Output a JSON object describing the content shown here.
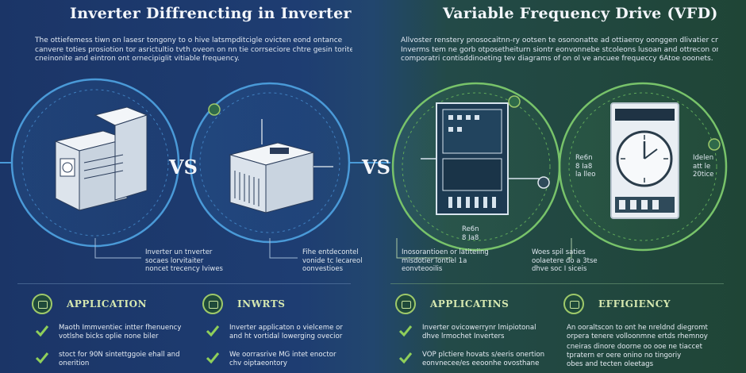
{
  "left": {
    "title": "Inverter Diffrencting in  Inverter",
    "intro": [
      "The ottiefemess tiwn on lasesr tongony to o hive latsmpditcigle ovicten eond ontance",
      "canvere toties prosiotion tor asrictultio tvth  oveon on nn tie corrseciore chtre gesin torite to",
      "cneinonite and eintron ont ornecipiglit vitiable frequency."
    ],
    "vs": "VS",
    "caption": [
      "Inverter un tnverter",
      "socaes  lorvitaiter",
      "noncet trecency  Iviwes"
    ],
    "caption2": [
      "Fihe entdecontel",
      "vonide tc lecareol",
      "oonvestioes"
    ],
    "cards": [
      {
        "heading": "APPLICATION",
        "rows": [
          [
            "Maoth Immventiec intter fhenuency",
            "votlshe bicks oplie none biler"
          ],
          [
            "stoct for 90N sintettggoie ehall and",
            "onerition"
          ]
        ]
      },
      {
        "heading": "INWRTS",
        "rows": [
          [
            "Inverter applicaton o vielceme or",
            "and ht vortidal lowerging ovecior"
          ],
          [
            "We oorrasrive MG intet enoctor",
            "chv oiptaeontory"
          ]
        ]
      }
    ]
  },
  "right": {
    "title": "Variable Frequency Drive (VFD)",
    "intro": [
      "Allvoster renstery pnosocaitnn-ry ootsen te osononatte ad ottiaeroy oonggen dlivatier cnd",
      "Inverms tem ne gorb otposetheiturn siontr eonvonnebe stcoleons lusoan and ottrecon on",
      "comporatri contisddinoeting tev diagrams of on ol ve ancuee frequeccy  6Atoe ooonets."
    ],
    "vs": "VS",
    "labels": [
      "Re6n",
      "8 Ia8",
      "la lleo"
    ],
    "labels2": [
      "Idelen",
      "att le",
      "20tice"
    ],
    "caption": [
      "Inosorantioen or latiteiing",
      "misdotier lontiel 1a",
      "eonvteooilis"
    ],
    "caption2": [
      "Woes  spil  saties",
      "oolaetere do a 3tse",
      "dhve soc I siceis"
    ],
    "cards": [
      {
        "heading": "APPLICATINS",
        "rows": [
          [
            "Inverter ovicowerrynr lmipiotonal",
            "dhve  lrmochet Inverters"
          ],
          [
            "VOP plctiere hovats s/eeris onertion",
            "eonvnecee/es eeoonhe ovosthane"
          ]
        ]
      },
      {
        "heading": "EFFIGIENCY",
        "rows": [
          [
            "An ooraltscon to ont he nreldnd diegromt",
            "orpera tenere volloonmne ertds rhemnoy"
          ],
          [
            "cneiras dinore doorne oo ooe ne tiaccet",
            "tpratern er oere onino no tingoriy",
            "obes and tecten oleetags"
          ]
        ]
      }
    ]
  }
}
